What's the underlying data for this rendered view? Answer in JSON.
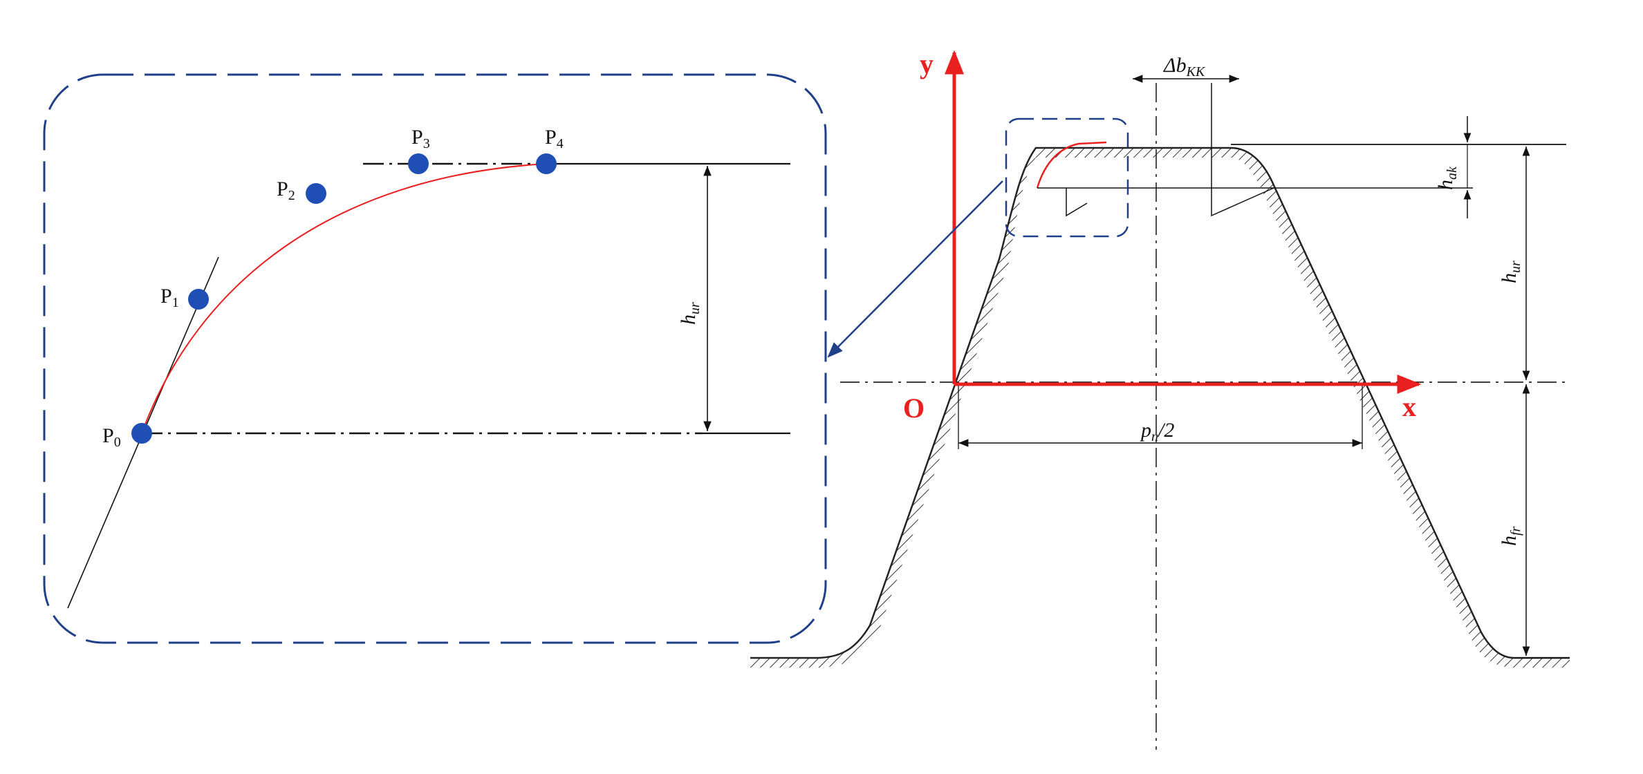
{
  "colors": {
    "profile": "#222222",
    "axis": "#e8201f",
    "curve": "#e8201f",
    "point": "#1f4fb4",
    "frame": "#1f3f8a",
    "dim": "#111111"
  },
  "points": [
    {
      "base": "P",
      "sub": "0"
    },
    {
      "base": "P",
      "sub": "1"
    },
    {
      "base": "P",
      "sub": "2"
    },
    {
      "base": "P",
      "sub": "3"
    },
    {
      "base": "P",
      "sub": "4"
    }
  ],
  "axes": {
    "y_label": "y",
    "x_label": "x",
    "origin_label": "O"
  },
  "dimensions": {
    "delta_b": {
      "base": "Δb",
      "sub": "KK"
    },
    "h_ak": {
      "base": "h",
      "sub": "ak"
    },
    "h_ur_inset": {
      "base": "h",
      "sub": "ur"
    },
    "h_ur": {
      "base": "h",
      "sub": "ur"
    },
    "h_fr": {
      "base": "h",
      "sub": "fr"
    },
    "pitch": {
      "base": "p",
      "sub": "n",
      "suffix": "/2"
    }
  },
  "icons": {
    "zoom": "arrow-icon"
  }
}
